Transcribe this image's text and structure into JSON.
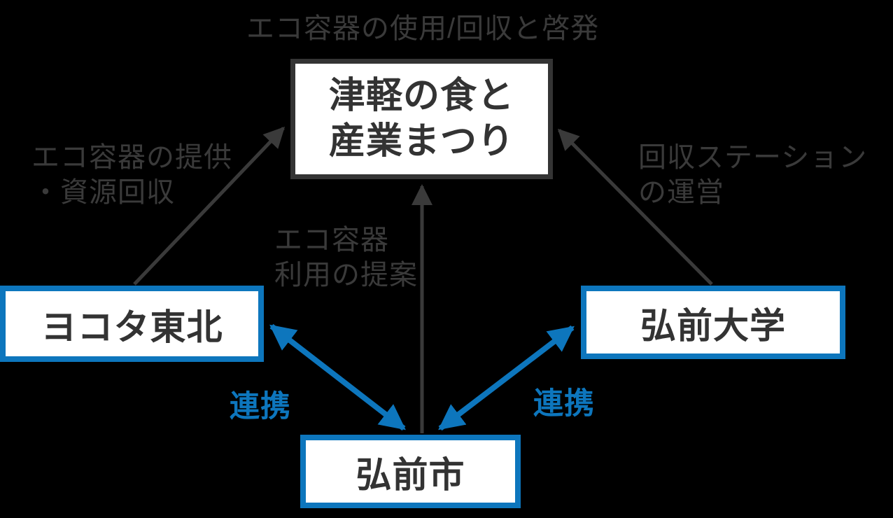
{
  "diagram": {
    "background_color": "#000000",
    "colors": {
      "accent_blue": "#0d76bd",
      "dark_gray": "#3a3a3a",
      "box_border_dark": "#343434",
      "box_fill": "#ffffff",
      "box_text": "#333333"
    },
    "nodes": {
      "festival": {
        "label_line1": "津軽の食と",
        "label_line2": "産業まつり"
      },
      "yokota": {
        "label": "ヨコタ東北"
      },
      "univ": {
        "label": "弘前大学"
      },
      "city": {
        "label": "弘前市"
      }
    },
    "edges": {
      "festival_activity": {
        "label": "エコ容器の使用/回収と啓発",
        "type": "caption"
      },
      "yokota_to_festival": {
        "label_line1": "エコ容器の提供",
        "label_line2": "・資源回収",
        "type": "gray-arrow"
      },
      "city_to_festival": {
        "label_line1": "エコ容器",
        "label_line2": "利用の提案",
        "type": "gray-arrow"
      },
      "univ_to_festival": {
        "label_line1": "回収ステーション",
        "label_line2": "の運営",
        "type": "gray-arrow"
      },
      "city_yokota": {
        "label": "連携",
        "type": "blue-double-arrow"
      },
      "city_univ": {
        "label": "連携",
        "type": "blue-double-arrow"
      }
    }
  }
}
